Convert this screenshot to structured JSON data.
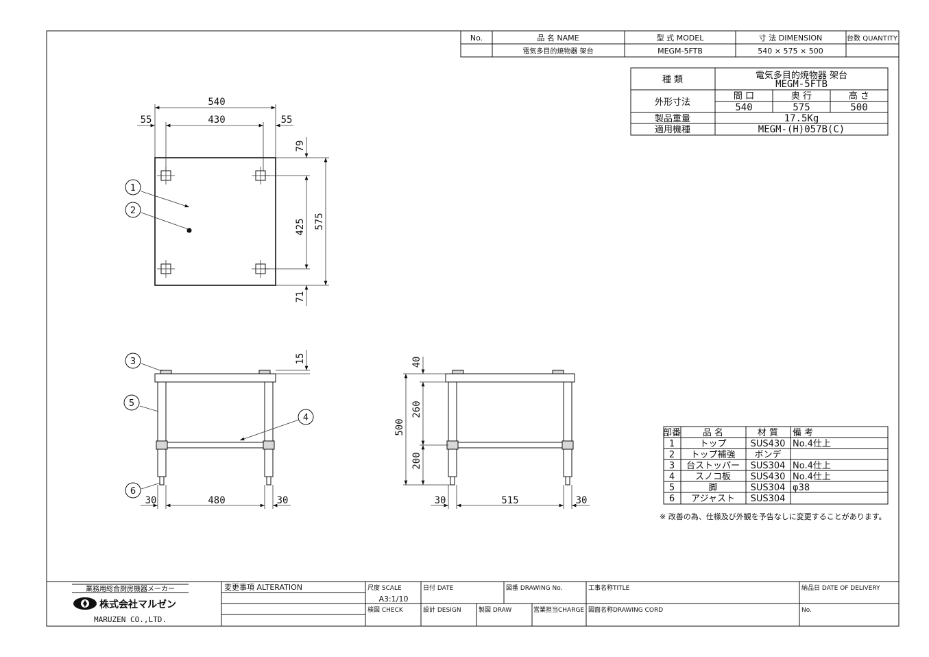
{
  "header_table": {
    "col_no": "No.",
    "col_name": "品 名  NAME",
    "col_model": "型 式  MODEL",
    "col_dimension": "寸 法  DIMENSION",
    "col_quantity": "台数 QUANTITY",
    "name": "電気多目的焼物器 架台",
    "model": "MEGM-5FTB",
    "dimension": "540 × 575 × 500",
    "quantity": ""
  },
  "spec_table": {
    "type_label": "種 類",
    "type_value_1": "電気多目的焼物器 架台",
    "type_value_2": "MEGM-5FTB",
    "outer_dim_label": "外形寸法",
    "width_label": "間 口",
    "depth_label": "奥 行",
    "height_label": "高 さ",
    "width": "540",
    "depth": "575",
    "height": "500",
    "weight_label": "製品重量",
    "weight": "17.5Kg",
    "applicable_label": "適用機種",
    "applicable": "MEGM-(H)057B(C)"
  },
  "parts_table": {
    "headers": [
      "部番",
      "品 名",
      "材 質",
      "備 考"
    ],
    "rows": [
      [
        "1",
        "トップ",
        "SUS430",
        "No.4仕上"
      ],
      [
        "2",
        "トップ補強",
        "ボンデ",
        ""
      ],
      [
        "3",
        "台ストッパー",
        "SUS304",
        "No.4仕上"
      ],
      [
        "4",
        "スノコ板",
        "SUS430",
        "No.4仕上"
      ],
      [
        "5",
        "脚",
        "SUS304",
        "φ38"
      ],
      [
        "6",
        "アジャスト",
        "SUS304",
        ""
      ]
    ],
    "note": "※  改善の為、仕様及び外観を予告なしに変更することがあります。"
  },
  "dimensions": {
    "top": {
      "overall_w": "540",
      "inner_w": "430",
      "left_off": "55",
      "right_off": "55",
      "overall_d": "575",
      "inner_d": "425",
      "top_off": "79",
      "bottom_off": "71"
    },
    "front": {
      "stopper_h": "15",
      "left": "30",
      "span": "480",
      "right": "30"
    },
    "side": {
      "total_h": "500",
      "h1": "40",
      "h2": "260",
      "h3": "200",
      "left": "30",
      "span": "515",
      "right": "30"
    }
  },
  "balloons": [
    "1",
    "2",
    "3",
    "4",
    "5",
    "6"
  ],
  "title_block": {
    "maker_tagline": "業務用総合厨房機器メーカー",
    "company_jp": "株式会社マルゼン",
    "company_en": "MARUZEN CO.,LTD.",
    "alteration": "変更事項 ALTERATION",
    "scale_label": "尺度 SCALE",
    "scale_value": "A3:1/10",
    "date": "日付 DATE",
    "drawing_no": "図番 DRAWING No.",
    "title": "工事名称TITLE",
    "delivery": "納品日  DATE OF DELIVERY",
    "check": "検図 CHECK",
    "design": "設計 DESIGN",
    "draw": "製図 DRAW",
    "charge": "営業担当CHARGE",
    "drawing_cord": "図面名称DRAWING CORD",
    "no": "No."
  }
}
